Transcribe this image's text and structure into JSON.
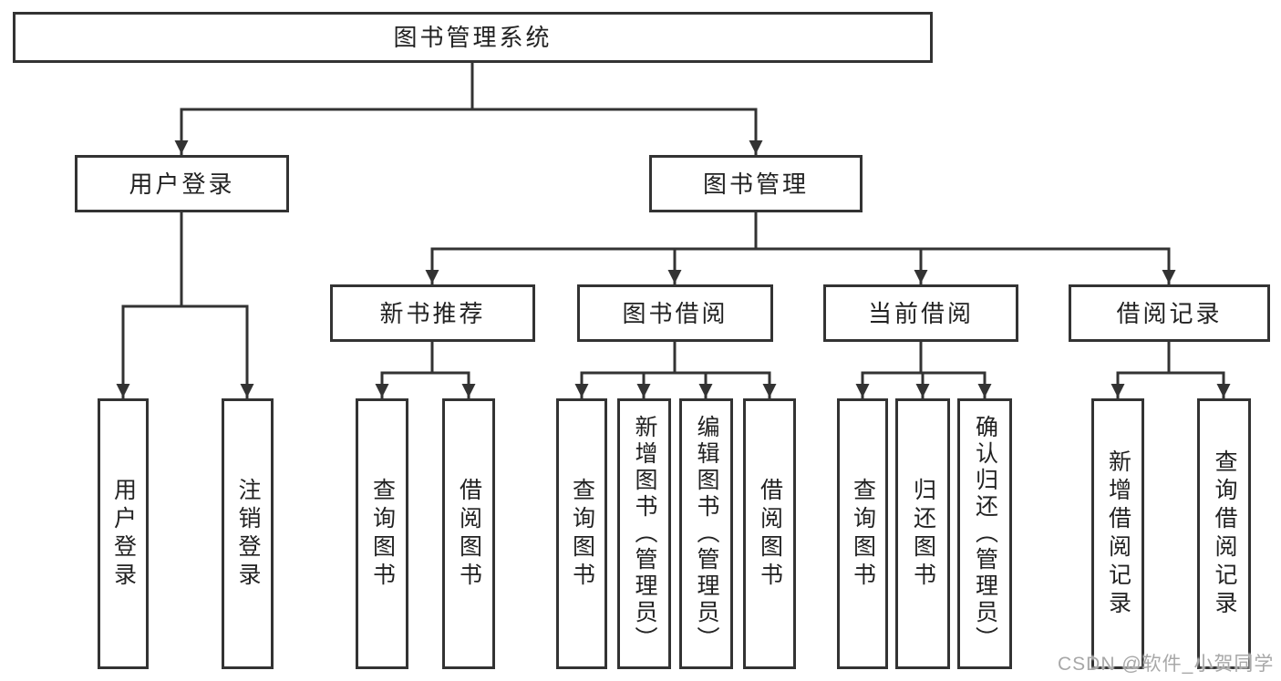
{
  "diagram": {
    "title": "图书管理系统",
    "branches": [
      {
        "label": "用户登录",
        "children": [
          {
            "label": "用户登录"
          },
          {
            "label": "注销登录"
          }
        ]
      },
      {
        "label": "图书管理",
        "children": [
          {
            "label": "新书推荐",
            "children": [
              {
                "label": "查询图书"
              },
              {
                "label": "借阅图书"
              }
            ]
          },
          {
            "label": "图书借阅",
            "children": [
              {
                "label": "查询图书"
              },
              {
                "label": "新增图书（管理员）"
              },
              {
                "label": "编辑图书（管理员）"
              },
              {
                "label": "借阅图书"
              }
            ]
          },
          {
            "label": "当前借阅",
            "children": [
              {
                "label": "查询图书"
              },
              {
                "label": "归还图书"
              },
              {
                "label": "确认归还（管理员）"
              }
            ]
          },
          {
            "label": "借阅记录",
            "children": [
              {
                "label": "新增借阅记录"
              },
              {
                "label": "查询借阅记录"
              }
            ]
          }
        ]
      }
    ]
  },
  "watermark": "CSDN @软件_小贺同学",
  "colors": {
    "line": "#333333",
    "text": "#222222",
    "watermark": "#a8a8a8",
    "background": "#ffffff"
  }
}
